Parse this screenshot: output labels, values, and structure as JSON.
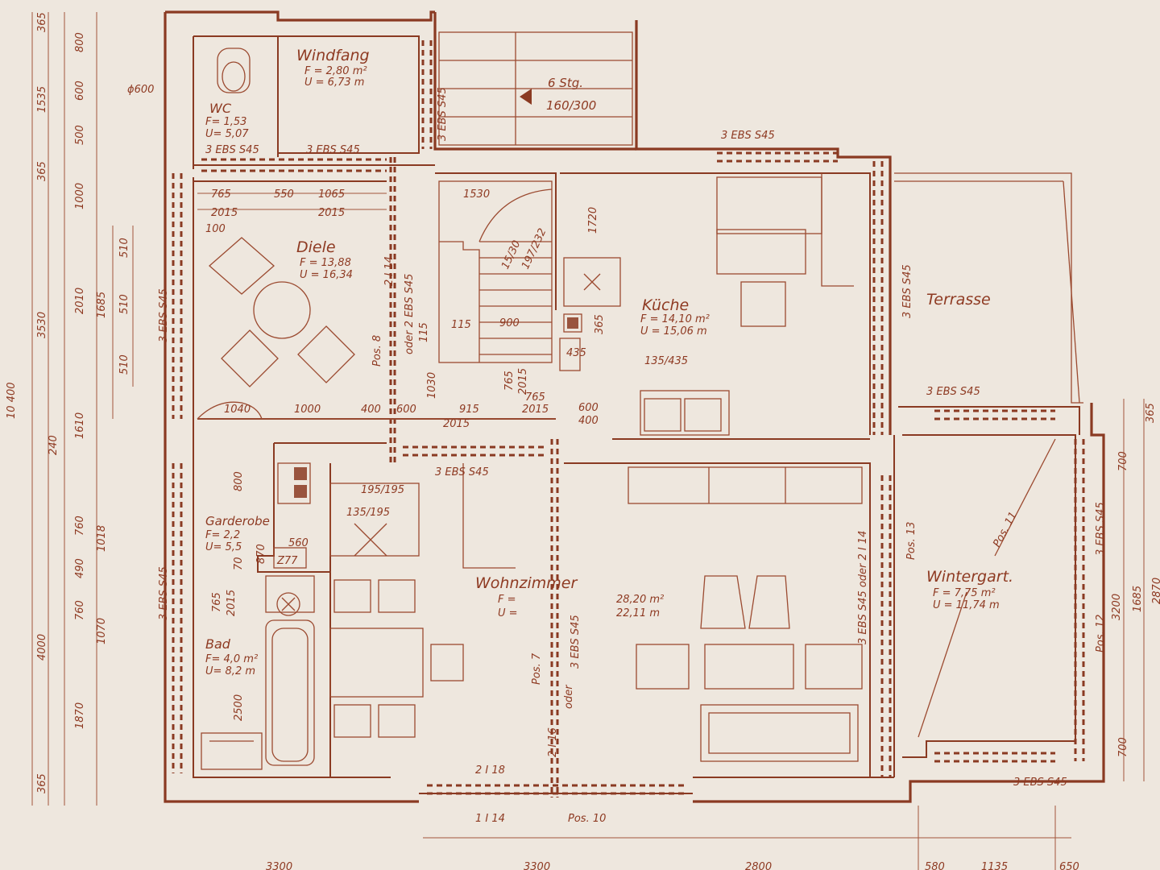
{
  "rooms": {
    "windfang": {
      "name": "Windfang",
      "f": "F = 2,80 m²",
      "u": "U = 6,73 m"
    },
    "wc": {
      "name": "WC",
      "f": "F= 1,53",
      "u": "U= 5,07"
    },
    "stairs_outer": {
      "steps": "6 Stg.",
      "ratio": "160/300"
    },
    "diele": {
      "name": "Diele",
      "f": "F = 13,88",
      "u": "U = 16,34"
    },
    "kueche": {
      "name": "Küche",
      "f": "F = 14,10 m²",
      "u": "U = 15,06 m"
    },
    "terrasse": {
      "name": "Terrasse"
    },
    "garderobe": {
      "name": "Garderobe",
      "f": "F= 2,2",
      "u": "U= 5,5"
    },
    "wohnzimmer": {
      "name": "Wohnzimmer",
      "f_label": "F =",
      "f": "28,20 m²",
      "u_label": "U =",
      "u": "22,11 m"
    },
    "wintergart": {
      "name": "Wintergart.",
      "f": "F = 7,75 m²",
      "u": "U = 11,74 m"
    },
    "bad": {
      "name": "Bad",
      "f": "F= 4,0 m²",
      "u": "U= 8,2 m"
    }
  },
  "labels": {
    "ebs": "3 EBS S45",
    "pos8": "Pos. 8",
    "i14": "2 I 14",
    "oder_ebs": "oder 2 EBS S45",
    "pos7": "Pos. 7",
    "ebs_v": "3 EBS S45",
    "oder": "oder",
    "i16": "2 I 16",
    "i18": "2 I 18",
    "i14_bottom": "1 I 14",
    "pos10": "Pos. 10",
    "pos11": "Pos. 11",
    "pos12": "Pos. 12",
    "pos13": "Pos. 13",
    "ebs_oder_i14": "3 EBS S45 oder 2 I 14",
    "phi600": "ϕ600",
    "stair_inner1": "15/30",
    "stair_inner2": "197/232",
    "w135_435": "135/435",
    "w195_195": "195/195",
    "w135_195": "135/195",
    "z77": "Z77"
  },
  "dims": {
    "left_col": [
      "365",
      "800",
      "1535",
      "600",
      "500",
      "365",
      "1000",
      "3530",
      "2010",
      "1685",
      "510",
      "510",
      "510",
      "240",
      "1610",
      "4000",
      "760",
      "490",
      "760",
      "1070",
      "1018",
      "1870",
      "365",
      "10 400"
    ],
    "row1": [
      "765",
      "550",
      "1065",
      "1530",
      "2015",
      "2015",
      "100"
    ],
    "mid": [
      "115",
      "900",
      "1030",
      "115",
      "765",
      "2015",
      "365",
      "435",
      "1720"
    ],
    "row2": [
      "1040",
      "1000",
      "400",
      "600",
      "915",
      "2015",
      "765",
      "2015",
      "600",
      "400"
    ],
    "gard": [
      "800",
      "560",
      "870",
      "70",
      "765",
      "2015",
      "2500"
    ],
    "right": [
      "700",
      "365",
      "3200",
      "1685",
      "2870",
      "700"
    ],
    "bottom": [
      "3300",
      "3300",
      "2800",
      "580",
      "1135",
      "650"
    ]
  }
}
